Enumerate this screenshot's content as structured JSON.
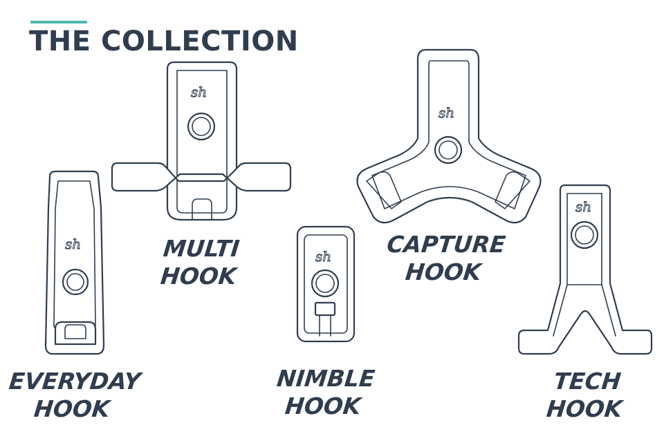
{
  "colors": {
    "accent": "#4fb8a8",
    "ink": "#2f3d4f",
    "background": "#ffffff"
  },
  "heading": {
    "title": "THE COLLECTION"
  },
  "products": [
    {
      "line1": "EVERYDAY",
      "line2": "HOOK",
      "icon": "everyday-hook-icon"
    },
    {
      "line1": "MULTI",
      "line2": "HOOK",
      "icon": "multi-hook-icon"
    },
    {
      "line1": "NIMBLE",
      "line2": "HOOK",
      "icon": "nimble-hook-icon"
    },
    {
      "line1": "CAPTURE",
      "line2": "HOOK",
      "icon": "capture-hook-icon"
    },
    {
      "line1": "TECH",
      "line2": "HOOK",
      "icon": "tech-hook-icon"
    }
  ]
}
